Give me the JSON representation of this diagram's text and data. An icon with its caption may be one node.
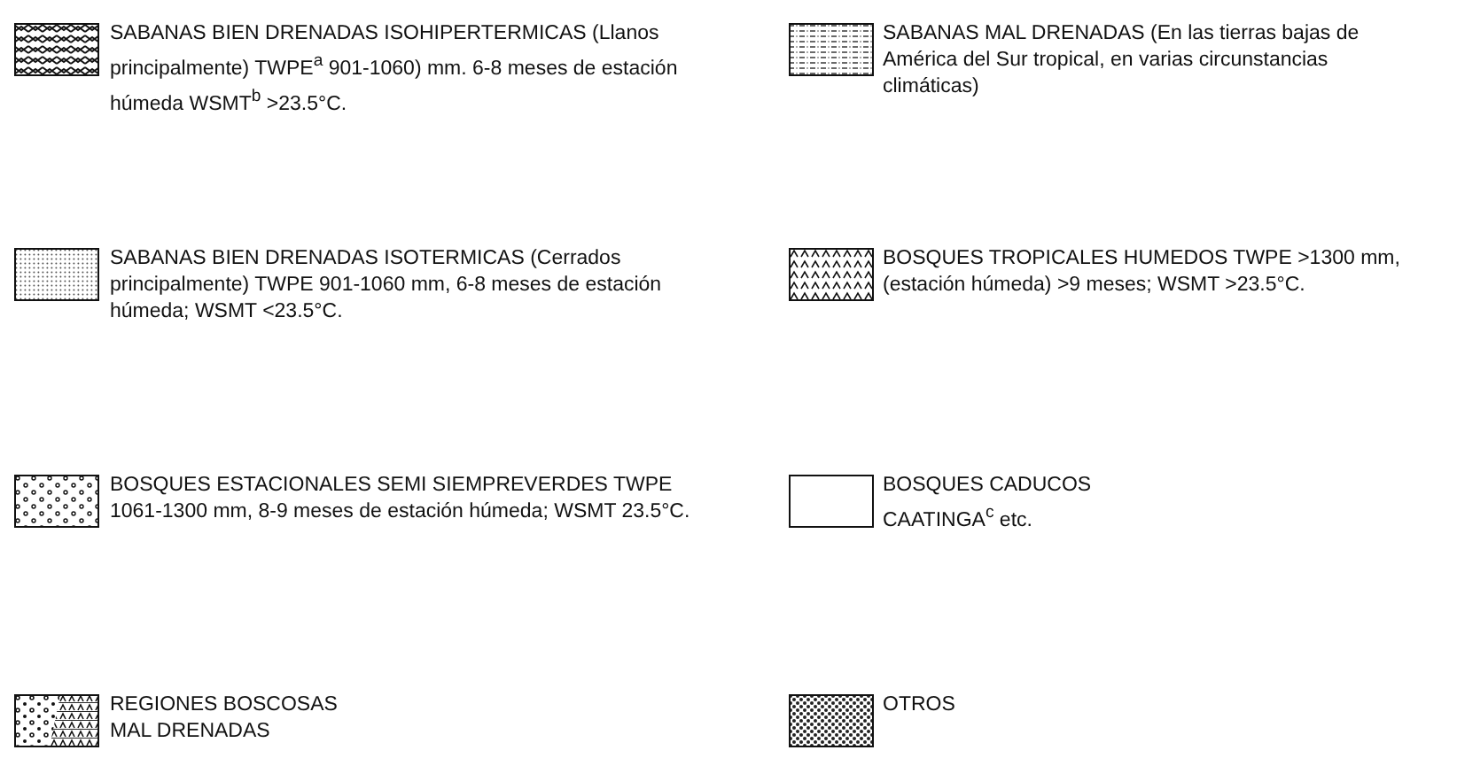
{
  "diagram": {
    "legend": [
      {
        "text": "SABANAS BIEN DRENADAS ISOHIPERTERMICAS (Llanos principalmente) TWPE$^{a}$ 901-1060) mm. 6-8 meses de estación húmeda WSMT$^{b}$ >23.5°C."
      },
      {
        "text": "SABANAS MAL DRENADAS (En las tierras bajas de América del Sur tropical, en varias circunstancias climáticas)"
      },
      {
        "text": "SABANAS BIEN DRENADAS ISOTERMICAS (Cerrados principalmente) TWPE 901-1060 mm, 6-8 meses de estación húmeda; WSMT <23.5°C."
      },
      {
        "text": "BOSQUES TROPICALES HUMEDOS TWPE >1300 mm, (estación húmeda) >9 meses; WSMT >23.5°C."
      },
      {
        "text": "BOSQUES ESTACIONALES SEMI SIEMPREVERDES TWPE 1061-1300 mm, 8-9 meses de estación húmeda; WSMT 23.5°C."
      },
      {
        "text": "BOSQUES CADUCOS CAATINGA$^{c}$ etc."
      },
      {
        "text": "REGIONES BOSCOSAS MAL DRENADAS"
      },
      {
        "text": "OTROS"
      }
    ]
  }
}
